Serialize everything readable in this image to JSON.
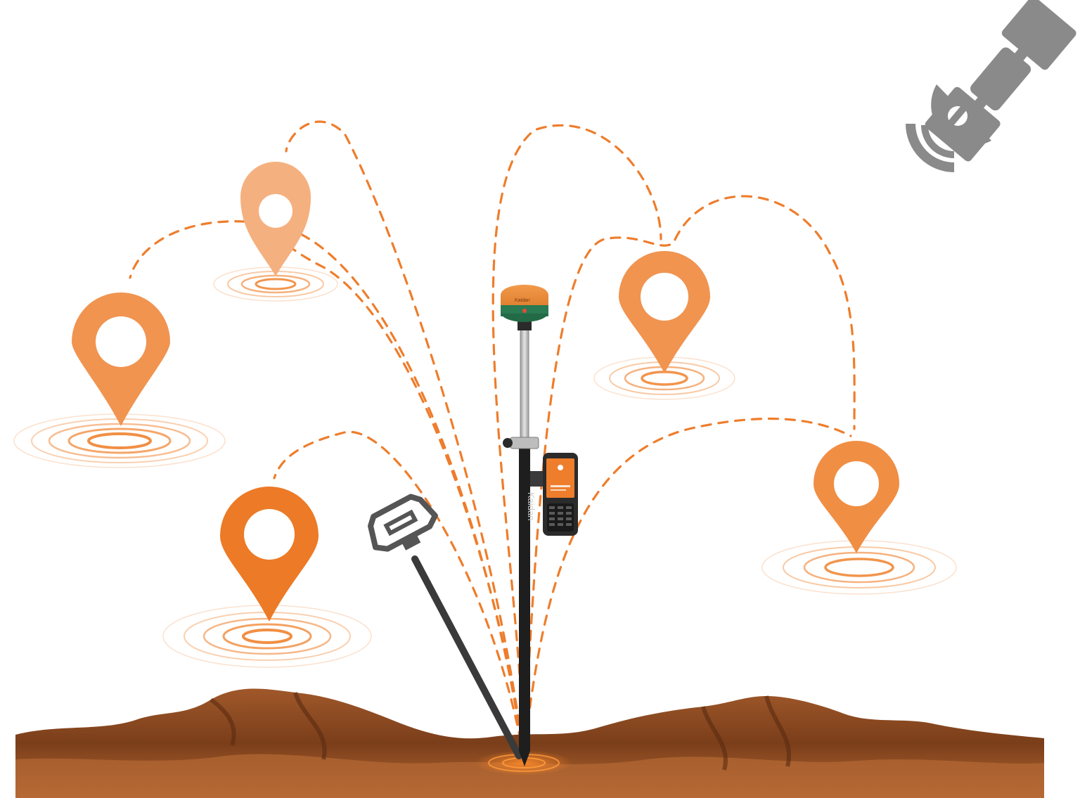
{
  "scene": {
    "colors": {
      "accent": "#ef8a3a",
      "accent_light": "#f5b07f",
      "accent_dark": "#ea7a24",
      "satellite": "#8a8a8a",
      "pole": "#1e1e1e",
      "receiver_top": "#e8893a",
      "receiver_band": "#2a8a5a",
      "terrain": "#8a4a22"
    },
    "receiver": {
      "brand": "Kaidan",
      "icon": "gnss-receiver-icon"
    },
    "pole": {
      "brand": "Kaidan"
    },
    "controller": {
      "icon": "handheld-controller-icon"
    },
    "satellite": {
      "icon": "satellite-icon"
    },
    "base_station": {
      "icon": "gnss-base-station-outline-icon"
    },
    "markers": [
      {
        "name": "far-top-left",
        "icon": "map-pin-icon"
      },
      {
        "name": "left",
        "icon": "map-pin-icon"
      },
      {
        "name": "lower-left",
        "icon": "map-pin-icon"
      },
      {
        "name": "right-upper",
        "icon": "map-pin-icon"
      },
      {
        "name": "right-lower",
        "icon": "map-pin-icon"
      }
    ]
  }
}
